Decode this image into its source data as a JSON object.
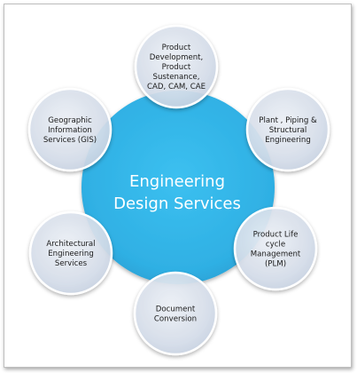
{
  "diagram": {
    "center": {
      "lines": [
        "Engineering",
        "Design Services"
      ]
    },
    "satellites": [
      {
        "id": "product-development",
        "lines": [
          "Product",
          "Development,",
          "Product",
          "Sustenance,",
          "CAD, CAM, CAE"
        ]
      },
      {
        "id": "plant-piping",
        "lines": [
          "Plant , Piping &",
          "Structural",
          "Engineering"
        ]
      },
      {
        "id": "plm",
        "lines": [
          "Product Life",
          "cycle",
          "Management",
          "(PLM)"
        ]
      },
      {
        "id": "document-conversion",
        "lines": [
          "Document",
          "Conversion"
        ]
      },
      {
        "id": "architectural",
        "lines": [
          "Architectural",
          "Engineering",
          "Services"
        ]
      },
      {
        "id": "gis",
        "lines": [
          "Geographic",
          "Information",
          "Services (GIS)"
        ]
      }
    ],
    "colors": {
      "center_fill": "#33b4e6",
      "satellite_fill": "#dbe3ef",
      "satellite_edge": "#ffffff",
      "text_dark": "#1a1a1a",
      "text_light": "#ffffff"
    }
  }
}
